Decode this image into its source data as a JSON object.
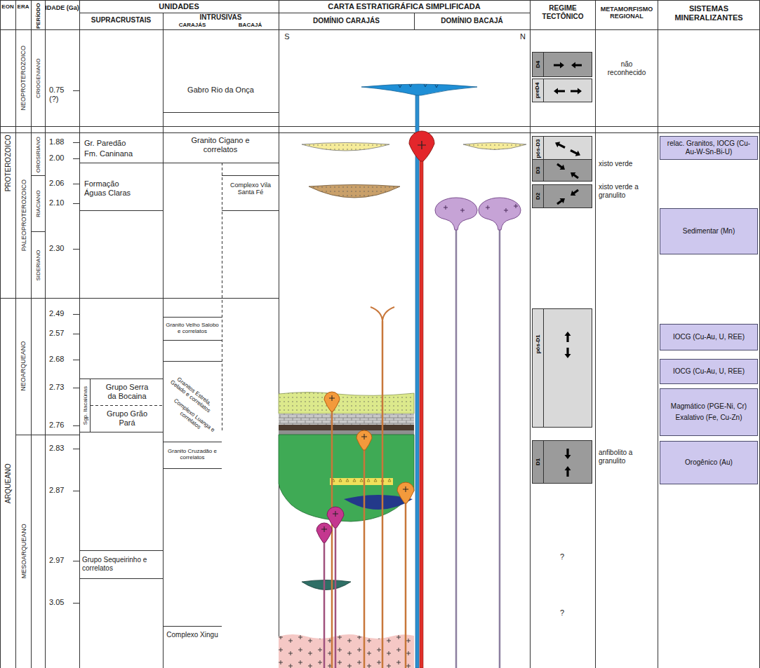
{
  "diagram": {
    "nodes": [
      {
        "text": [
          "D4"
        ]
      },
      {
        "text": [
          "preD4"
        ]
      },
      {
        "text": [
          "pós-D3"
        ]
      },
      {
        "text": [
          "D3"
        ]
      },
      {
        "text": [
          "D2"
        ]
      },
      {
        "text": [
          "pós-D1"
        ]
      },
      {
        "text": [
          "D1"
        ]
      },
      {
        "text": [
          "relac. Granitos, IOCG (Cu-Au-W-Sn-Bi-U)"
        ]
      },
      {
        "text": [
          "Sedimentar (Mn)"
        ]
      },
      {
        "text": [
          "IOCG (Cu-Au, U, REE)"
        ]
      },
      {
        "text": [
          "IOCG (Cu-Au, U, REE)"
        ]
      },
      {
        "text": [
          "Magmático (PGE-Ni, Cr)",
          "Exalativo (Fe, Cu-Zn)"
        ]
      },
      {
        "text": [
          "Orogênico (Au)"
        ]
      }
    ],
    "labels": [
      "EON",
      "ERA",
      "PERÍODO",
      "IDADE (Ga)",
      "UNIDADES",
      "SUPRACRUSTAIS",
      "INTRUSIVAS",
      "CARAJÁS",
      "BACAJÁ",
      "CARTA ESTRATIGRÁFICA SIMPLIFICADA",
      "DOMÍNIO CARAJÁS",
      "DOMÍNIO BACAJÁ",
      "REGIME TECTÔNICO",
      "METAMORFISMO REGIONAL",
      "SISTEMAS MINERALIZANTES",
      "S",
      "N",
      "PROTEROZOICO",
      "ARQUEANO",
      "NEOPROTEROZOICO",
      "PALEOPROTEROZOICO",
      "NEOARQUEANO",
      "MESOARQUEANO",
      "CRIOGENIANO",
      "OROSIRIANO",
      "RIACIANO",
      "SIDERIANO",
      "0.75 (?)",
      "1.88",
      "2.00",
      "2.06",
      "2.10",
      "2.30",
      "2.49",
      "2.57",
      "2.68",
      "2.73",
      "2.76",
      "2.83",
      "2.87",
      "2.97",
      "3.05",
      "Gr. Paredão",
      "Fm. Caninana",
      "Formação Águas Claras",
      "Grupo Serra da Bocaina",
      "Grupo Grão Pará",
      "Sgp. Itacaiúnas",
      "Grupo Sequeirinho e correlatos",
      "Gabro Rio da Onça",
      "Granito Cigano e correlatos",
      "Granito Velho Salobo e correlatos",
      "Granitos Estrela, Gelado e correlatos",
      "Complexo Luanga e correlatos",
      "Granito Cruzadão e correlatos",
      "Complexo Xingu",
      "Complexo Vila Santa Fé",
      "não reconhecido",
      "xisto verde",
      "xisto verde a granulito",
      "anfibolito a granulito",
      "?",
      "?"
    ]
  }
}
